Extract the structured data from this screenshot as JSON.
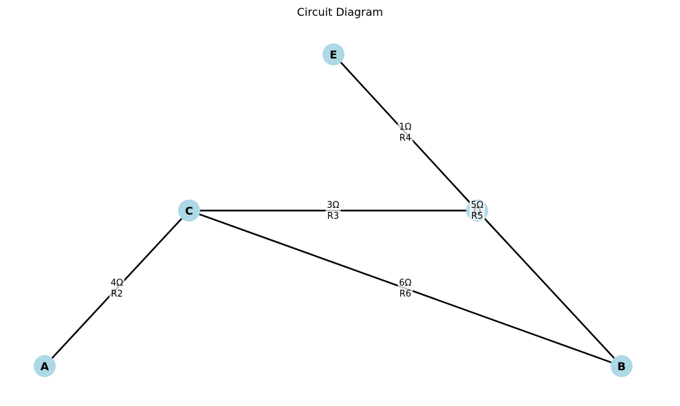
{
  "title": "Circuit Diagram",
  "nodes": [
    {
      "id": "A",
      "label": "A"
    },
    {
      "id": "B",
      "label": "B"
    },
    {
      "id": "C",
      "label": "C"
    },
    {
      "id": "D",
      "label": "D"
    },
    {
      "id": "E",
      "label": "E"
    }
  ],
  "edges": [
    {
      "from": "A",
      "to": "C",
      "resistance": "4Ω",
      "name": "R2"
    },
    {
      "from": "C",
      "to": "D",
      "resistance": "3Ω",
      "name": "R3"
    },
    {
      "from": "E",
      "to": "D",
      "resistance": "1Ω",
      "name": "R4"
    },
    {
      "from": "C",
      "to": "B",
      "resistance": "6Ω",
      "name": "R6"
    },
    {
      "from": "D",
      "to": "B",
      "resistance": "5Ω",
      "name": "R5"
    }
  ],
  "colors": {
    "node_fill": "#add8e6",
    "edge": "#000000"
  }
}
